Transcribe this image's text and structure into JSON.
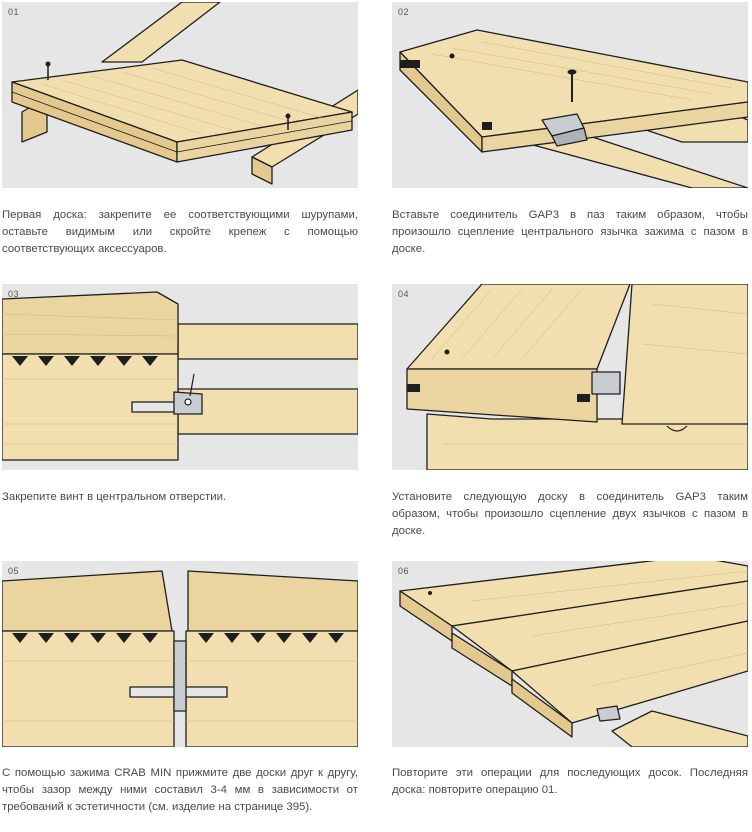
{
  "steps": [
    {
      "number": "01",
      "caption": "Первая доска: закрепите ее соответствующими шурупами, оставьте видимым или скройте крепеж с помощью соответствующих аксессуаров."
    },
    {
      "number": "02",
      "caption": "Вставьте соединитель GAP3 в паз таким образом, чтобы произошло сцепление центрального язычка зажима с пазом в доске."
    },
    {
      "number": "03",
      "caption": "Закрепите винт в центральном отверстии."
    },
    {
      "number": "04",
      "caption": "Установите следующую доску в соединитель GAP3 таким образом, чтобы произошло сцепление двух язычков с пазом в доске."
    },
    {
      "number": "05",
      "caption": "С помощью зажима CRAB MIN прижмите две доски друг к другу, чтобы зазор между ними составил 3-4 мм в зависимости от требований к эстетичности (см. изделие на странице 395)."
    },
    {
      "number": "06",
      "caption": "Повторите эти операции для последующих досок. Последняя доска: повторите операцию 01."
    }
  ],
  "colors": {
    "panel_bg": "#e6e6e6",
    "wood": "#f1dfb0",
    "wood_dark": "#e3c98d",
    "outline": "#1e1e1e",
    "metal": "#c9cdd1"
  }
}
